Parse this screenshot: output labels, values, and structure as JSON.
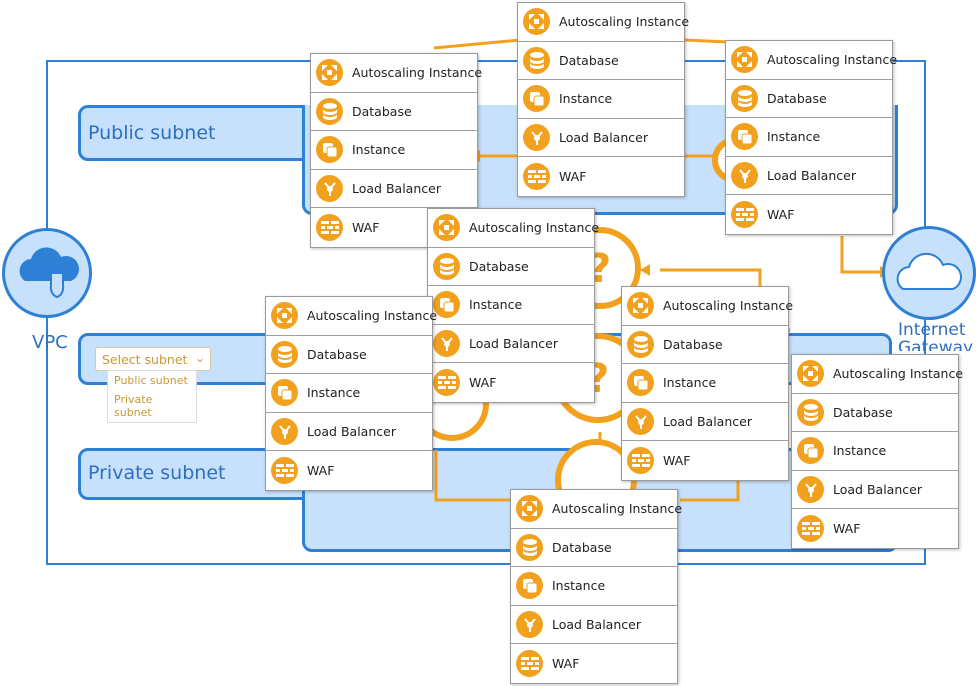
{
  "vpc": {
    "label": "VPC"
  },
  "internet_gateway": {
    "label_line1": "Internet",
    "label_line2": "Gateway"
  },
  "subnets": {
    "public": {
      "label": "Public subnet"
    },
    "private": {
      "label": "Private subnet"
    },
    "middle": {
      "label": ""
    }
  },
  "subnet_select": {
    "placeholder": "Select subnet",
    "options": [
      "Public subnet",
      "Private subnet"
    ]
  },
  "menu_items": [
    {
      "label": "Autoscaling Instance",
      "icon": "autoscaling-icon"
    },
    {
      "label": "Database",
      "icon": "database-icon"
    },
    {
      "label": "Instance",
      "icon": "instance-icon"
    },
    {
      "label": "Load Balancer",
      "icon": "load-balancer-icon"
    },
    {
      "label": "WAF",
      "icon": "waf-icon"
    }
  ],
  "menus": [
    {
      "id": "menu-top-center"
    },
    {
      "id": "menu-top-left"
    },
    {
      "id": "menu-top-right"
    },
    {
      "id": "menu-center"
    },
    {
      "id": "menu-center-right"
    },
    {
      "id": "menu-left"
    },
    {
      "id": "menu-right"
    },
    {
      "id": "menu-bottom"
    }
  ],
  "colors": {
    "accent": "#f2a11e",
    "vpc_blue": "#2e7fd6",
    "subnet_fill": "#c7e0fb",
    "label_blue": "#2e6fbf"
  }
}
